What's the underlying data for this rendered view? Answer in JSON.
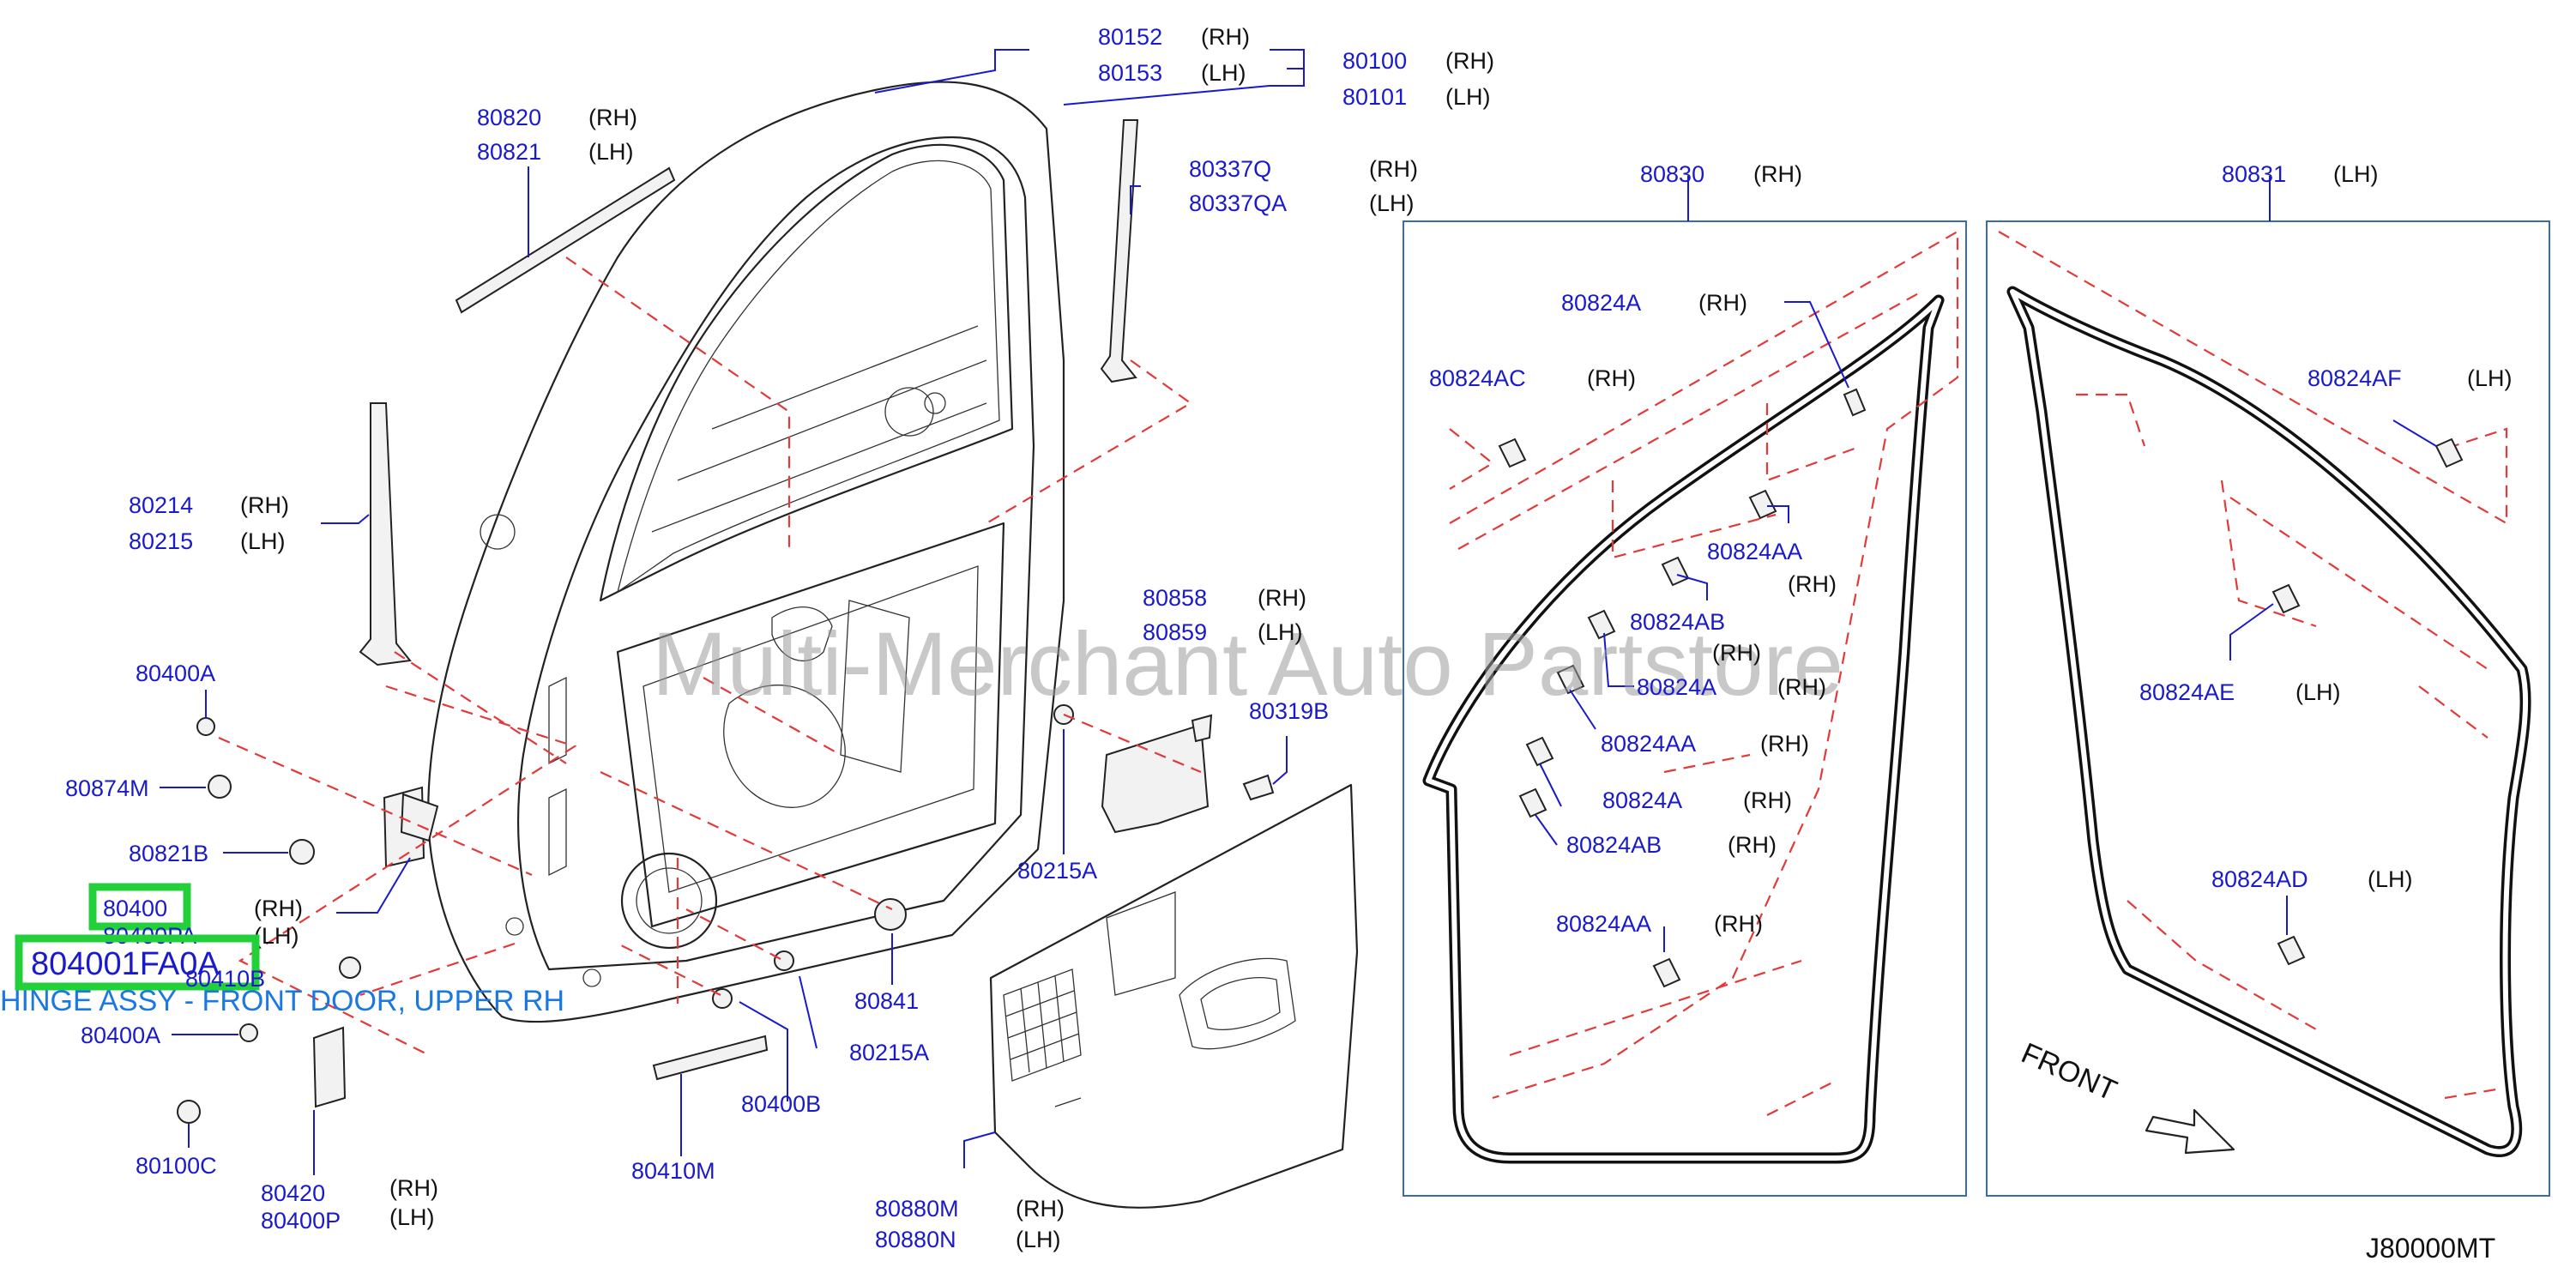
{
  "diagram_code": "J80000MT",
  "watermark": "Multi-Merchant Auto Partstore",
  "highlight": {
    "part_number": "804001FA0A",
    "description": "HINGE ASSY - FRONT DOOR, UPPER RH",
    "color": "#22d03a",
    "caption_color": "#1a78e0"
  },
  "front_label": "FRONT",
  "colors": {
    "part_number": "#1a1acd",
    "dashed_reference": "#e23a3a",
    "panel_border": "#3a6bb0"
  },
  "labels": [
    {
      "pn": "80152",
      "side": "(RH)"
    },
    {
      "pn": "80153",
      "side": "(LH)"
    },
    {
      "pn": "80100",
      "side": "(RH)"
    },
    {
      "pn": "80101",
      "side": "(LH)"
    },
    {
      "pn": "80820",
      "side": "(RH)"
    },
    {
      "pn": "80821",
      "side": "(LH)"
    },
    {
      "pn": "80337Q",
      "side": "(RH)"
    },
    {
      "pn": "80337QA",
      "side": "(LH)"
    },
    {
      "pn": "80214",
      "side": "(RH)"
    },
    {
      "pn": "80215",
      "side": "(LH)"
    },
    {
      "pn": "80400A",
      "side": ""
    },
    {
      "pn": "80874M",
      "side": ""
    },
    {
      "pn": "80821B",
      "side": ""
    },
    {
      "pn": "80400",
      "side": "(RH)"
    },
    {
      "pn": "80400PA",
      "side": "(LH)"
    },
    {
      "pn": "80410B",
      "side": ""
    },
    {
      "pn": "80400A",
      "side": ""
    },
    {
      "pn": "80100C",
      "side": ""
    },
    {
      "pn": "80420",
      "side": "(RH)"
    },
    {
      "pn": "80400P",
      "side": "(LH)"
    },
    {
      "pn": "80410M",
      "side": ""
    },
    {
      "pn": "80400B",
      "side": ""
    },
    {
      "pn": "80215A",
      "side": ""
    },
    {
      "pn": "80841",
      "side": ""
    },
    {
      "pn": "80858",
      "side": "(RH)"
    },
    {
      "pn": "80859",
      "side": "(LH)"
    },
    {
      "pn": "80319B",
      "side": ""
    },
    {
      "pn": "80215A",
      "side": ""
    },
    {
      "pn": "80880M",
      "side": "(RH)"
    },
    {
      "pn": "80880N",
      "side": "(LH)"
    },
    {
      "pn": "80830",
      "side": "(RH)"
    },
    {
      "pn": "80824A",
      "side": "(RH)"
    },
    {
      "pn": "80824AC",
      "side": "(RH)"
    },
    {
      "pn": "80824AA",
      "side": "(RH)"
    },
    {
      "pn": "80824AB",
      "side": "(RH)"
    },
    {
      "pn": "80824A",
      "side": "(RH)"
    },
    {
      "pn": "80824AA",
      "side": "(RH)"
    },
    {
      "pn": "80824A",
      "side": "(RH)"
    },
    {
      "pn": "80824AB",
      "side": "(RH)"
    },
    {
      "pn": "80824AA",
      "side": "(RH)"
    },
    {
      "pn": "80831",
      "side": "(LH)"
    },
    {
      "pn": "80824AF",
      "side": "(LH)"
    },
    {
      "pn": "80824AE",
      "side": "(LH)"
    },
    {
      "pn": "80824AD",
      "side": "(LH)"
    }
  ]
}
